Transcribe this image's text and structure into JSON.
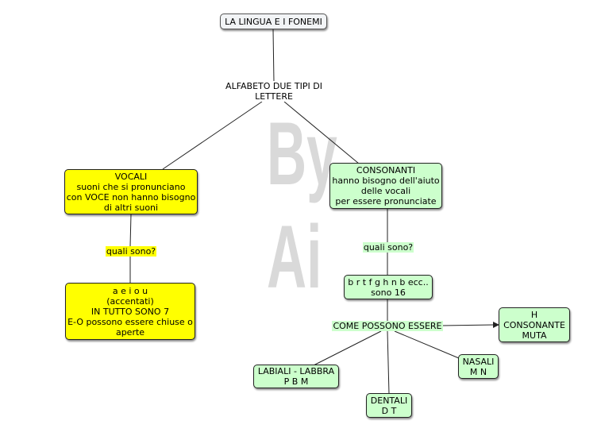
{
  "watermark": {
    "line1": "By",
    "line2": "Ai"
  },
  "nodes": {
    "root": [
      "LA LINGUA E I FONEMI"
    ],
    "alfabeto": [
      "ALFABETO DUE TIPI DI",
      "LETTERE"
    ],
    "vocali": [
      "VOCALI",
      "suoni che si pronunciano",
      "con VOCE non hanno bisogno",
      "di altri suoni"
    ],
    "consonanti": [
      "CONSONANTI",
      "hanno bisogno dell'aiuto",
      "delle vocali",
      "per essere pronunciate"
    ],
    "quali_vocali": [
      "quali sono?"
    ],
    "quali_consonanti": [
      "quali sono?"
    ],
    "vocali_list": [
      "a e i o u",
      "(accentati)",
      "IN TUTTO SONO 7",
      "E-O possono essere chiuse o",
      "aperte"
    ],
    "consonanti_list": [
      "b r t f g h n b ecc..",
      "sono 16"
    ],
    "come": [
      "COME POSSONO ESSERE"
    ],
    "h_muta": [
      "H",
      "CONSONANTE",
      "MUTA"
    ],
    "labiali": [
      "LABIALI - LABBRA",
      "P B M"
    ],
    "nasali": [
      "NASALI",
      "M N"
    ],
    "dentali": [
      "DENTALI",
      "D T"
    ]
  },
  "colors": {
    "yellow": "#ffff00",
    "green": "#ccffcc",
    "line": "#222222"
  }
}
